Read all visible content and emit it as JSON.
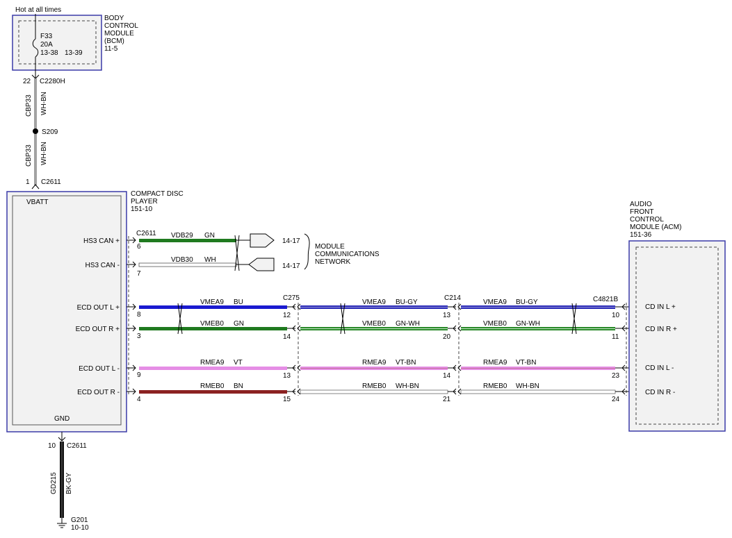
{
  "header": {
    "hot_label": "Hot at all times"
  },
  "bcm": {
    "title": [
      "BODY",
      "CONTROL",
      "MODULE",
      "(BCM)",
      "11-5"
    ],
    "fuse_id": "F33",
    "fuse_rating": "20A",
    "fuse_pin_left": "13-38",
    "fuse_pin_right": "13-39"
  },
  "power": {
    "c2280h_pin": "22",
    "c2280h": "C2280H",
    "circuit_upper": "CBP33",
    "color_upper": "WH-BN",
    "splice": "S209",
    "circuit_lower": "CBP33",
    "color_lower": "WH-BN",
    "c2611_pin": "1",
    "c2611": "C2611"
  },
  "cdp": {
    "title": [
      "COMPACT DISC",
      "PLAYER",
      "151-10"
    ],
    "vbatt": "VBATT",
    "gnd": "GND",
    "connector": "C2611",
    "pins": [
      {
        "label": "HS3 CAN +",
        "pin": "6"
      },
      {
        "label": "HS3 CAN -",
        "pin": "7"
      },
      {
        "label": "ECD OUT L +",
        "pin": "8"
      },
      {
        "label": "ECD OUT R +",
        "pin": "3"
      },
      {
        "label": "ECD OUT L -",
        "pin": "9"
      },
      {
        "label": "ECD OUT R -",
        "pin": "4"
      }
    ]
  },
  "network": {
    "can_high": {
      "circuit": "VDB29",
      "color": "GN",
      "page": "14-17"
    },
    "can_low": {
      "circuit": "VDB30",
      "color": "WH",
      "page": "14-17"
    },
    "label": [
      "MODULE",
      "COMMUNICATIONS",
      "NETWORK"
    ]
  },
  "connectors": {
    "c275": "C275",
    "c214": "C214",
    "c4821b": "C4821B"
  },
  "wires": [
    {
      "seg1": "VMEA9",
      "col1": "BU",
      "pin275": "12",
      "seg2": "VMEA9",
      "col2": "BU-GY",
      "pin214": "13",
      "seg3": "VMEA9",
      "col3": "BU-GY",
      "pinacm": "10"
    },
    {
      "seg1": "VMEB0",
      "col1": "GN",
      "pin275": "14",
      "seg2": "VMEB0",
      "col2": "GN-WH",
      "pin214": "20",
      "seg3": "VMEB0",
      "col3": "GN-WH",
      "pinacm": "11"
    },
    {
      "seg1": "RMEA9",
      "col1": "VT",
      "pin275": "13",
      "seg2": "RMEA9",
      "col2": "VT-BN",
      "pin214": "14",
      "seg3": "RMEA9",
      "col3": "VT-BN",
      "pinacm": "23"
    },
    {
      "seg1": "RMEB0",
      "col1": "BN",
      "pin275": "15",
      "seg2": "RMEB0",
      "col2": "WH-BN",
      "pin214": "21",
      "seg3": "RMEB0",
      "col3": "WH-BN",
      "pinacm": "24"
    }
  ],
  "acm": {
    "title": [
      "AUDIO",
      "FRONT",
      "CONTROL",
      "MODULE (ACM)",
      "151-36"
    ],
    "pins": [
      "CD IN L +",
      "CD IN R +",
      "CD IN L -",
      "CD IN R -"
    ]
  },
  "ground": {
    "pin": "10",
    "connector": "C2611",
    "circuit": "GD215",
    "color": "BK-GY",
    "point": "G201",
    "page": "10-10"
  },
  "colors": {
    "blue": "#1a1ad0",
    "green": "#1f7a1f",
    "violet": "#e58ee5",
    "brown": "#8b2222",
    "white_wire": "#ffffff",
    "module_border": "#3a3aa8",
    "module_fill": "#f2f2f2"
  }
}
